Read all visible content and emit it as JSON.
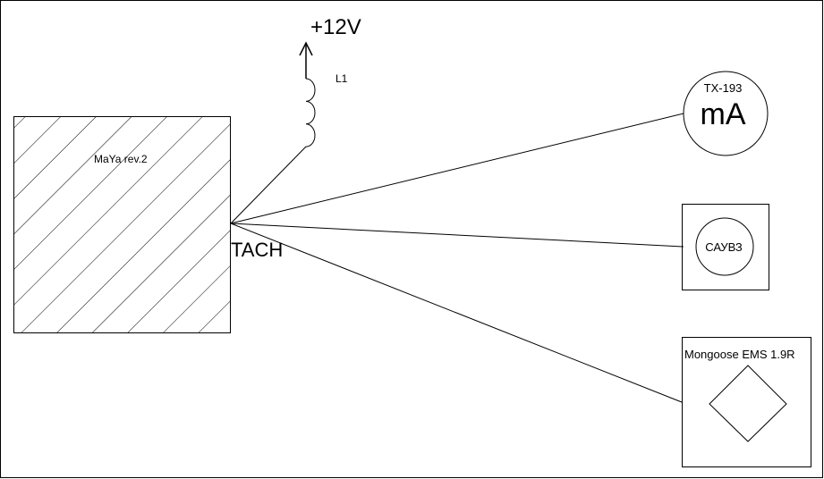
{
  "supply": {
    "label": "+12V"
  },
  "inductor": {
    "label": "L1"
  },
  "controller": {
    "label": "MaYa rev.2",
    "pin_label": "TACH"
  },
  "meter": {
    "model": "TX-193",
    "unit": "mA"
  },
  "sauvz": {
    "label": "САУВЗ"
  },
  "ems": {
    "label": "Mongoose EMS 1.9R"
  },
  "colors": {
    "line": "#000000",
    "background": "#ffffff"
  }
}
